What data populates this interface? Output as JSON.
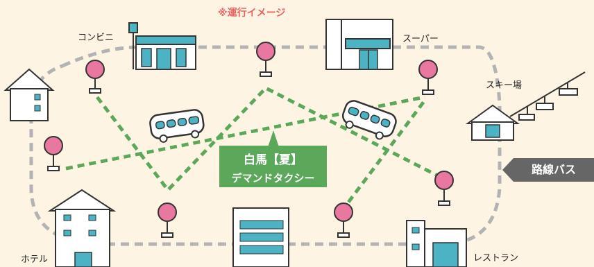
{
  "note": "※運行イメージ",
  "places": {
    "convenience": "コンビニ",
    "supermarket": "スーパー",
    "ski_area": "スキー場",
    "hotel": "ホテル",
    "restaurant": "レストラン"
  },
  "taxi_label": {
    "line1": "白馬【夏】",
    "line2": "デマンドタクシー"
  },
  "bus_label": "路線バス",
  "colors": {
    "route_bus": "#b3b3b3",
    "route_taxi": "#5ba85b",
    "stop_pin": "#e8789f",
    "building_accent": "#4bb3c4",
    "background": "#fdf4e3"
  }
}
